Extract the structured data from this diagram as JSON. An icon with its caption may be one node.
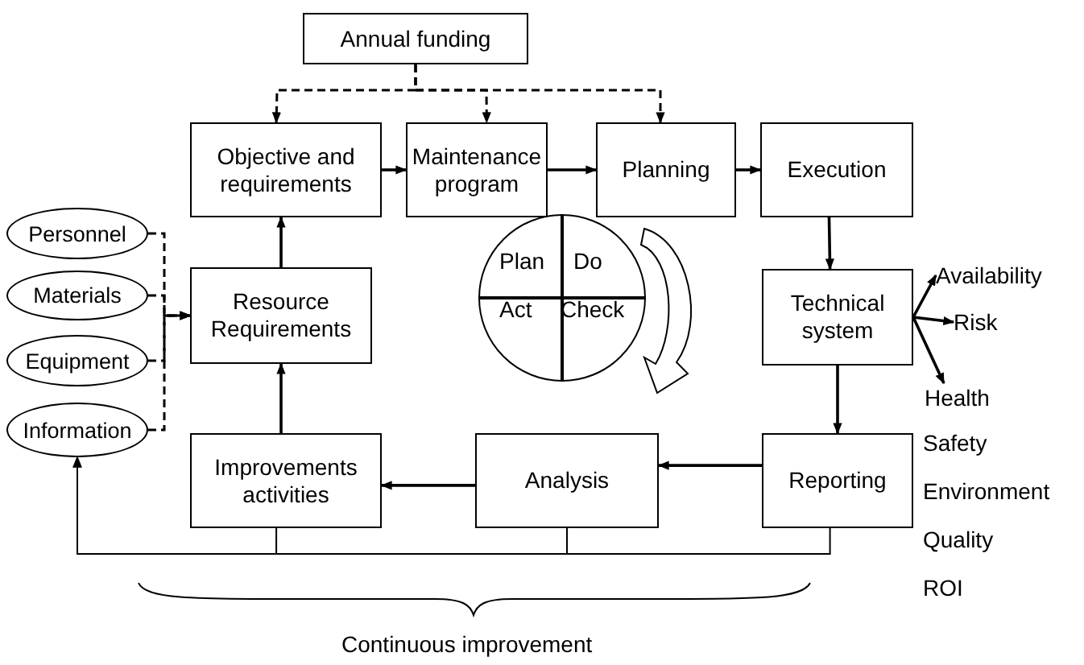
{
  "diagram": {
    "nodes": [
      {
        "text": [
          "Annual funding"
        ]
      },
      {
        "text": [
          "Objective and requirements"
        ]
      },
      {
        "text": [
          "Maintenance program"
        ]
      },
      {
        "text": [
          "Planning"
        ]
      },
      {
        "text": [
          "Execution"
        ]
      },
      {
        "text": [
          "Resource Requirements"
        ]
      },
      {
        "text": [
          "Technical system"
        ]
      },
      {
        "text": [
          "Improvements activities"
        ]
      },
      {
        "text": [
          "Analysis"
        ]
      },
      {
        "text": [
          "Reporting"
        ]
      },
      {
        "text": [
          "Personnel"
        ]
      },
      {
        "text": [
          "Materials"
        ]
      },
      {
        "text": [
          "Equipment"
        ]
      },
      {
        "text": [
          "Information"
        ]
      },
      {
        "text": [
          "Plan",
          "Do",
          "Act",
          "Check"
        ]
      },
      {
        "text": [
          "Availability"
        ]
      },
      {
        "text": [
          "Risk"
        ]
      },
      {
        "text": [
          "Health"
        ]
      }
    ],
    "edges": [
      {
        "from": 0,
        "to": 1,
        "arrow": "to",
        "style": "dashed"
      },
      {
        "from": 0,
        "to": 2,
        "arrow": "to",
        "style": "dashed"
      },
      {
        "from": 0,
        "to": 3,
        "arrow": "to",
        "style": "dashed"
      },
      {
        "from": 1,
        "to": 2,
        "arrow": "to"
      },
      {
        "from": 2,
        "to": 3,
        "arrow": "to"
      },
      {
        "from": 3,
        "to": 4,
        "arrow": "to"
      },
      {
        "from": 4,
        "to": 6,
        "arrow": "to"
      },
      {
        "from": 6,
        "to": 9,
        "arrow": "to"
      },
      {
        "from": 9,
        "to": 8,
        "arrow": "to"
      },
      {
        "from": 8,
        "to": 7,
        "arrow": "to"
      },
      {
        "from": 7,
        "to": 5,
        "arrow": "to"
      },
      {
        "from": 5,
        "to": 1,
        "arrow": "to"
      },
      {
        "from": 10,
        "to": 5,
        "arrow": "to",
        "style": "dashed"
      },
      {
        "from": 11,
        "to": 5,
        "arrow": "to",
        "style": "dashed"
      },
      {
        "from": 12,
        "to": 5,
        "arrow": "to",
        "style": "dashed"
      },
      {
        "from": 13,
        "to": 5,
        "arrow": "to",
        "style": "dashed"
      },
      {
        "from": 9,
        "to": 13,
        "arrow": "to"
      },
      {
        "from": 8,
        "to": 13,
        "arrow": "to"
      },
      {
        "from": 7,
        "to": 13,
        "arrow": "to"
      },
      {
        "from": 6,
        "to": 15,
        "arrow": "to"
      },
      {
        "from": 6,
        "to": 16,
        "arrow": "to"
      },
      {
        "from": 6,
        "to": 17,
        "arrow": "to"
      }
    ],
    "labels": [
      "Safety",
      "Environment",
      "Quality",
      "ROI",
      "Continuous improvement"
    ]
  }
}
